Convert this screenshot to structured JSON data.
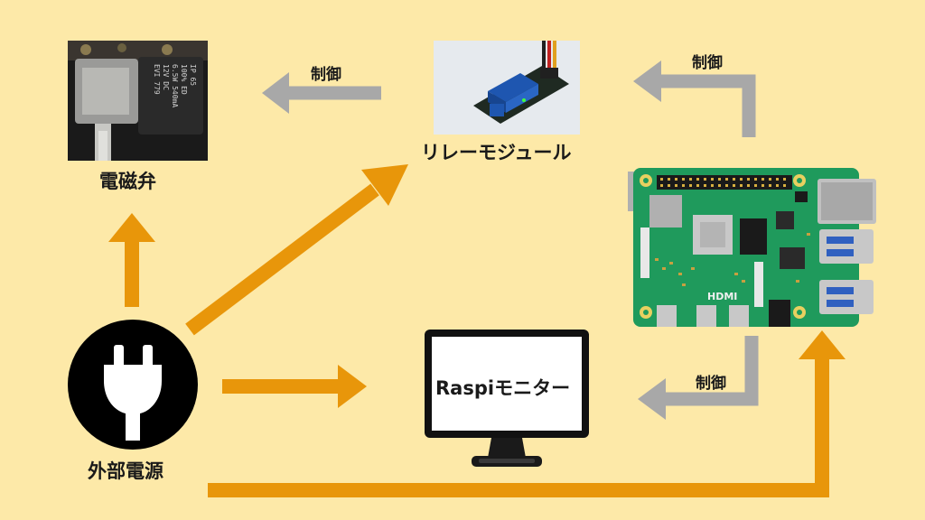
{
  "nodes": {
    "solenoid": {
      "label": "電磁弁"
    },
    "relay": {
      "label": "リレーモジュール"
    },
    "power": {
      "label": "外部電源"
    },
    "monitor": {
      "label": "Raspiモニター"
    },
    "pi": {
      "board_text": "HDMI"
    }
  },
  "solenoid_photo_text": {
    "line1": "EVI   779",
    "line2": "12V    DC",
    "line3": "6.5W 540mA",
    "line4": "100%   ED",
    "line5": "IP 65"
  },
  "edges": {
    "relay_to_solenoid": {
      "label": "制御"
    },
    "pi_to_relay": {
      "label": "制御"
    },
    "pi_to_monitor": {
      "label": "制御"
    }
  },
  "colors": {
    "background": "#fde9a8",
    "power_arrow": "#e8960a",
    "control_arrow": "#a8a8a8"
  }
}
